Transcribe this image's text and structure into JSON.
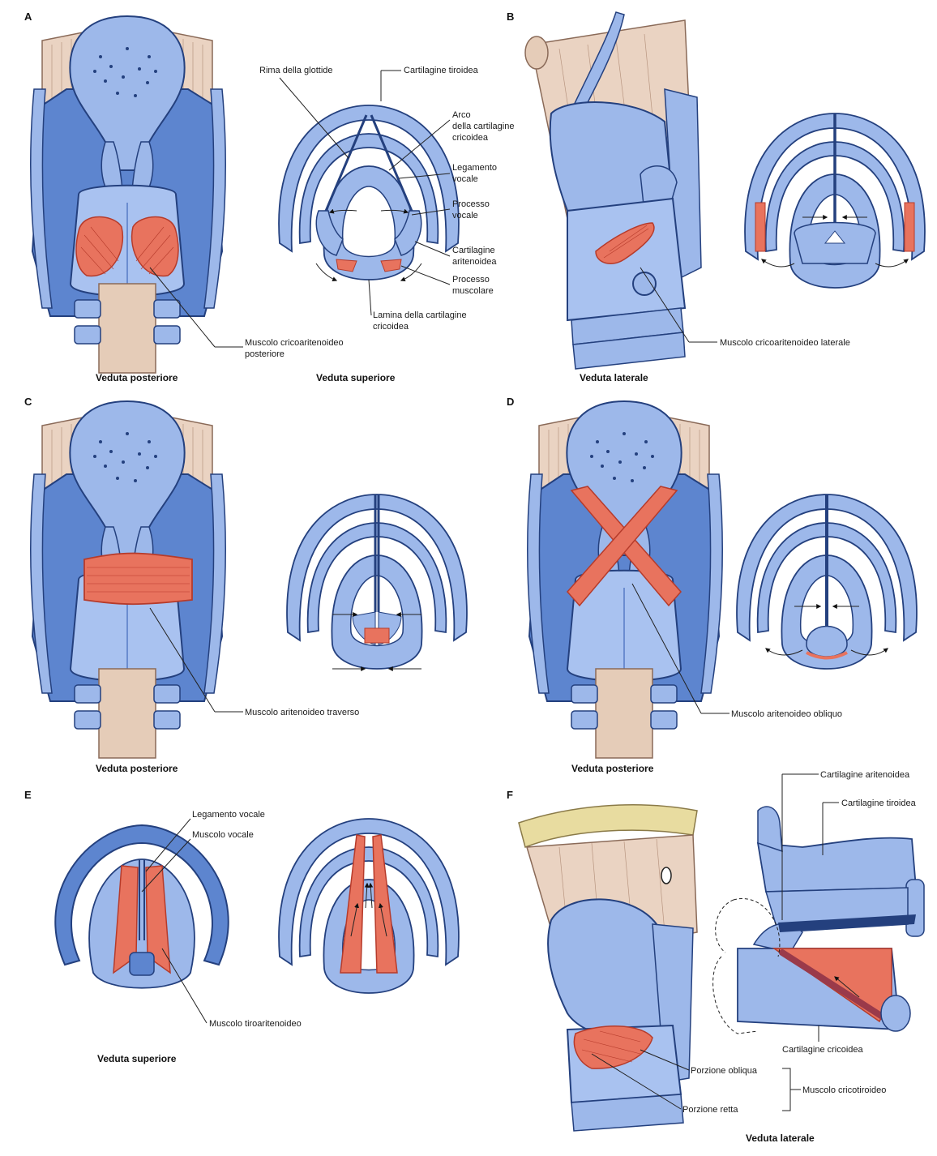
{
  "colors": {
    "cartilage": "#9db8ea",
    "cartilage_dark": "#3d64b4",
    "cartilage_outline": "#24407e",
    "muscle": "#e8735e",
    "muscle_dark": "#b63b2b",
    "thyroid_tissue": "#ead3c2",
    "trachea": "#e5ccb8",
    "background": "#ffffff"
  },
  "panels": {
    "A": {
      "letter": "A",
      "captions": [
        "Veduta posteriore",
        "Veduta superiore"
      ],
      "labels": {
        "rima": "Rima della glottide",
        "thyroid": "Cartilagine tiroidea",
        "arch1": "Arco",
        "arch2": "della cartilagine",
        "arch3": "cricoidea",
        "lig1": "Legamento",
        "lig2": "vocale",
        "proc_voc1": "Processo",
        "proc_voc2": "vocale",
        "aryt1": "Cartilagine",
        "aryt2": "aritenoidea",
        "proc_mus1": "Processo",
        "proc_mus2": "muscolare",
        "lamina1": "Lamina della cartilagine",
        "lamina2": "cricoidea",
        "muscle1": "Muscolo cricoaritenoideo",
        "muscle2": "posteriore"
      }
    },
    "B": {
      "letter": "B",
      "caption": "Veduta laterale",
      "muscle": "Muscolo cricoaritenoideo laterale"
    },
    "C": {
      "letter": "C",
      "caption": "Veduta posteriore",
      "muscle": "Muscolo aritenoideo traverso"
    },
    "D": {
      "letter": "D",
      "caption": "Veduta posteriore",
      "muscle": "Muscolo aritenoideo obliquo"
    },
    "E": {
      "letter": "E",
      "caption": "Veduta superiore",
      "labels": {
        "ligament": "Legamento vocale",
        "vocalis": "Muscolo vocale",
        "thyroaryt": "Muscolo tiroaritenoideo"
      }
    },
    "F": {
      "letter": "F",
      "caption": "Veduta laterale",
      "labels": {
        "arytenoid": "Cartilagine aritenoidea",
        "thyroid": "Cartilagine tiroidea",
        "cricoid": "Cartilagine cricoidea",
        "oblique": "Porzione obliqua",
        "straight": "Porzione retta",
        "muscle": "Muscolo cricotiroideo"
      }
    }
  }
}
